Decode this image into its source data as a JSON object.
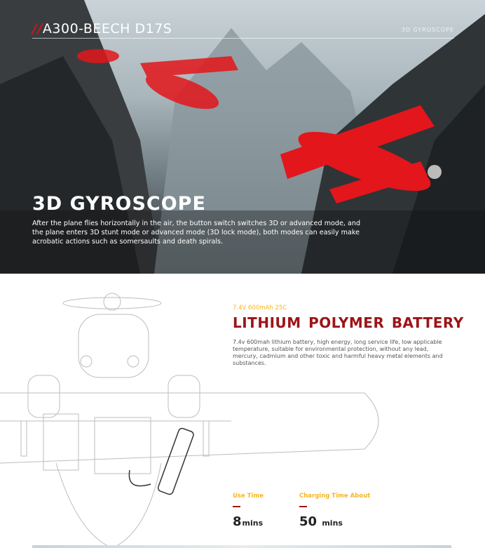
{
  "hero": {
    "title_mark": "//",
    "title": "A300-BEECH D17S",
    "tag": "3D GYROSCOPE",
    "heading": "3D GYROSCOPE",
    "description": "After the plane flies horizontally in the air, the button switch switches 3D or advanced mode, and the plane enters 3D stunt mode or advanced mode (3D lock mode), both modes can easily make acrobatic actions such as somersaults and death spirals."
  },
  "battery": {
    "spec": "7.4V 600mAh 25C",
    "title": "LITHIUM POLYMER  BATTERY",
    "description": "7.4v 600mah lithium battery, high energy, long service life, low applicable temperature, suitable for environmental protection, without any lead, mercury, cadmium and other toxic and harmful heavy metal elements and substances."
  },
  "stats": [
    {
      "label": "Use Time",
      "value": "8",
      "unit": "mins"
    },
    {
      "label": "Charging Time About",
      "value": "50",
      "unit": "mins"
    }
  ],
  "colors": {
    "accent": "#9c1418",
    "highlight": "#f5b523",
    "plane": "#e3161b"
  }
}
